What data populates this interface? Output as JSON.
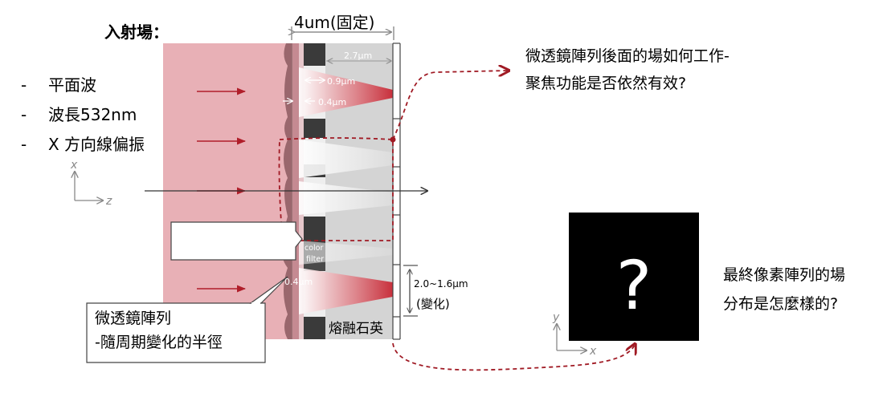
{
  "incident": {
    "title": "入射場：",
    "bullets": [
      {
        "dash": "-",
        "text": "平面波"
      },
      {
        "dash": "-",
        "text": "波長532nm"
      },
      {
        "dash": "-",
        "text": "X 方向線偏振"
      }
    ]
  },
  "axes_left": {
    "x": "x",
    "z": "z"
  },
  "axes_right": {
    "y": "y",
    "x": "x"
  },
  "dimensions": {
    "top_thickness": "4um(固定)",
    "inner_width": "2.7µm",
    "gap_upper": "0.9µm",
    "gap_lower": "0.4µm",
    "gap_bottom": "0.4µm",
    "pixel_pitch": "2.0~1.6µm",
    "pitch_note": "(變化)"
  },
  "layers": {
    "color_filter_line1": "color",
    "color_filter_line2": "filter",
    "substrate": "熔融石英"
  },
  "callout": {
    "line1": "微透鏡陣列",
    "line2": "-隨周期變化的半徑"
  },
  "question_after_lens": {
    "line1": "微透鏡陣列後面的場如何工作-",
    "line2": "聚焦功能是否依然有效?"
  },
  "question_pixel": {
    "line1": "最終像素陣列的場",
    "line2": "分布是怎麼樣的?"
  },
  "result_panel": {
    "symbol": "?"
  },
  "colors": {
    "incident_field": "#e8b0b6",
    "lens": "#8c5a60",
    "focus_red": "#c8303c",
    "arrow_red": "#b01e2a",
    "dashed_red": "#a01a24",
    "substrate_gray": "#d4d4d4",
    "filter_dark": "#3a3a3a",
    "panel_black": "#000000"
  }
}
